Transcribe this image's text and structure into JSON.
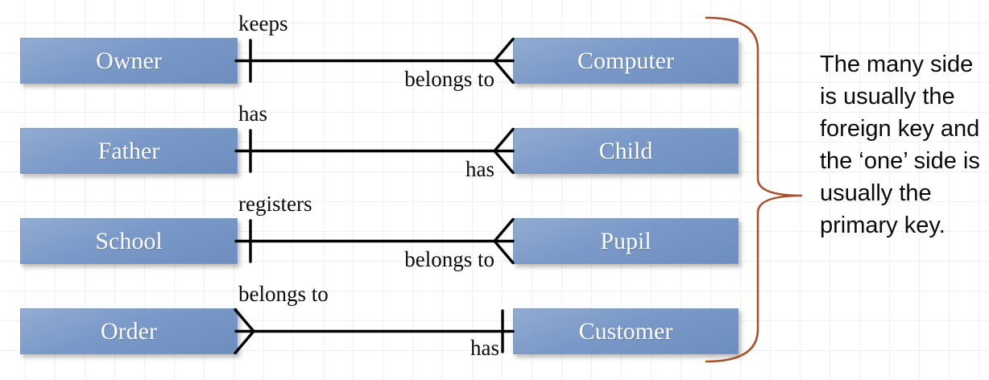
{
  "diagram": {
    "rows": [
      {
        "left_entity": "Owner",
        "left_label": "keeps",
        "left_cardinality": "one",
        "right_entity": "Computer",
        "right_label": "belongs to",
        "right_cardinality": "many"
      },
      {
        "left_entity": "Father",
        "left_label": "has",
        "left_cardinality": "one",
        "right_entity": "Child",
        "right_label": "has",
        "right_cardinality": "many"
      },
      {
        "left_entity": "School",
        "left_label": "registers",
        "left_cardinality": "one",
        "right_entity": "Pupil",
        "right_label": "belongs to",
        "right_cardinality": "many"
      },
      {
        "left_entity": "Order",
        "left_label": "belongs to",
        "left_cardinality": "many",
        "right_entity": "Customer",
        "right_label": "has",
        "right_cardinality": "one"
      }
    ],
    "symbols": {
      "one_icon": "single-tick",
      "many_icon": "crow-foot"
    },
    "annotation": "The many side is usually the foreign key and the ‘one’ side is usually the primary key.",
    "colors": {
      "entity_fill_top": "#92ACD2",
      "entity_fill_bottom": "#6C8EBF",
      "entity_text": "#FDFDFE",
      "connector": "#000000",
      "brace": "#A5532F",
      "grid_line": "#EEF0F4"
    }
  }
}
